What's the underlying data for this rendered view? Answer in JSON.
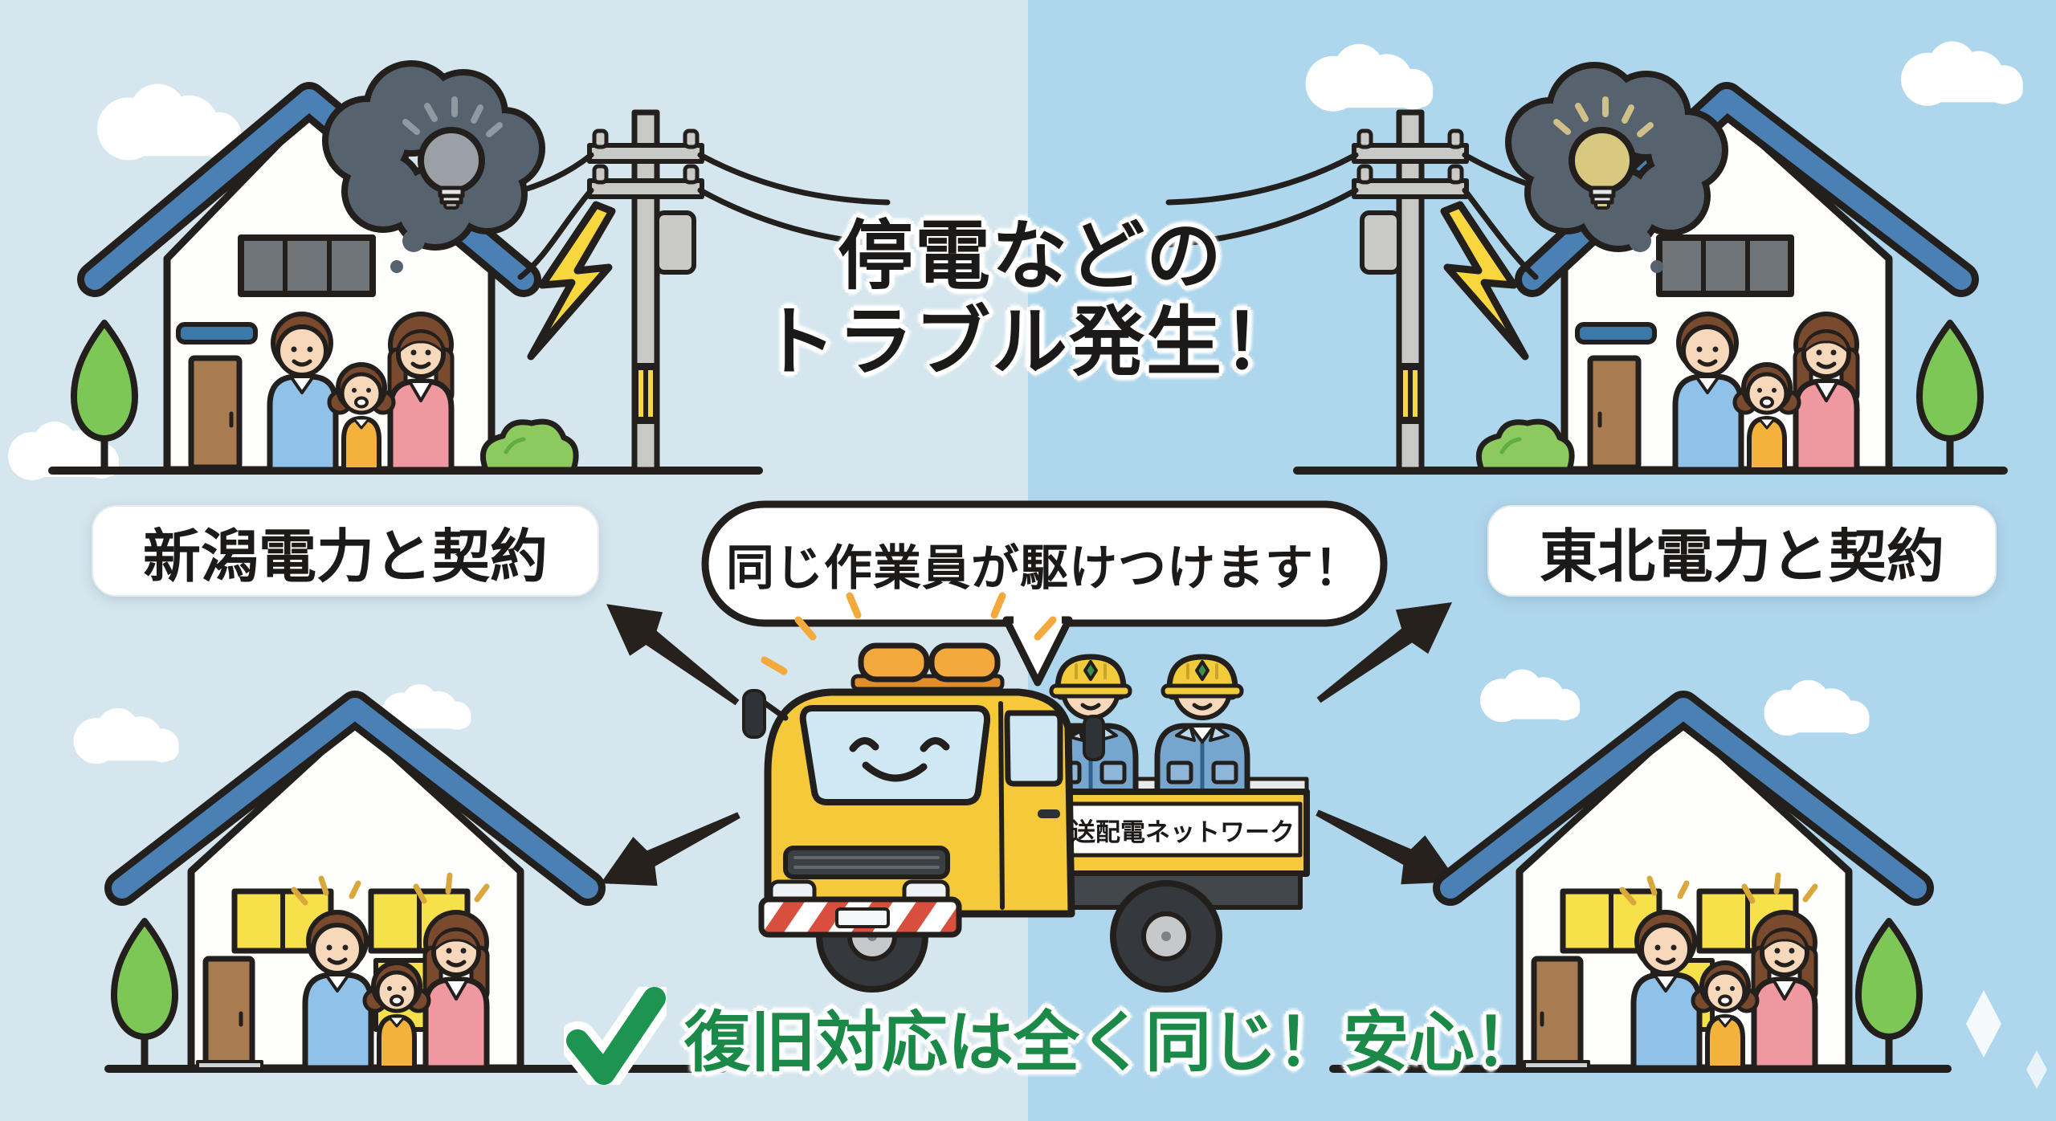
{
  "title": {
    "line1": "停電などの",
    "line2": "トラブル発生！"
  },
  "contract_labels": {
    "left": "新潟電力と契約",
    "right": "東北電力と契約"
  },
  "speech_bubble": {
    "text": "同じ作業員が駆けつけます！"
  },
  "truck": {
    "sign": "送配電ネットワーク"
  },
  "bottom_message": {
    "text": "復旧対応は全く同じ！安心！"
  },
  "icons": {
    "check_icon": "✓",
    "lightning_icon": "⚡",
    "bulb_icon": "💡"
  },
  "colors": {
    "bg_left": "#d5e6ee",
    "bg_right": "#aed6ec",
    "outline": "#221f1c",
    "roof_blue": "#4a80b4",
    "wall_white": "#fefefc",
    "window_dark": "#70757a",
    "window_lit": "#f6e14b",
    "door_brown": "#a87c50",
    "awning_blue": "#3c78a8",
    "tree_green": "#7dc757",
    "bush_green": "#8cc95e",
    "smoke_gray": "#56626e",
    "bulb_off": "#9aa0a5",
    "bulb_on": "#d9c87f",
    "lightning_yellow": "#f8d73e",
    "pole_gray": "#c9c9c7",
    "truck_yellow": "#f6c93a",
    "beacon_orange": "#f3a93c",
    "glass_blue": "#cfe9f4",
    "bumper_red": "#d94f3e",
    "wheel_dark": "#35393d",
    "hub_gray": "#c6c9cb",
    "helmet_yellow": "#f2cb3a",
    "uniform_blue": "#76a5ce",
    "skin": "#f8d8ba",
    "hair_brown": "#7a4a2e",
    "dad_shirt": "#8fc1e9",
    "mom_shirt": "#f0989f",
    "girl_shirt": "#f2b23c",
    "arrow_black": "#26211d",
    "message_green": "#1b8a48",
    "check_green": "#1d9450"
  }
}
